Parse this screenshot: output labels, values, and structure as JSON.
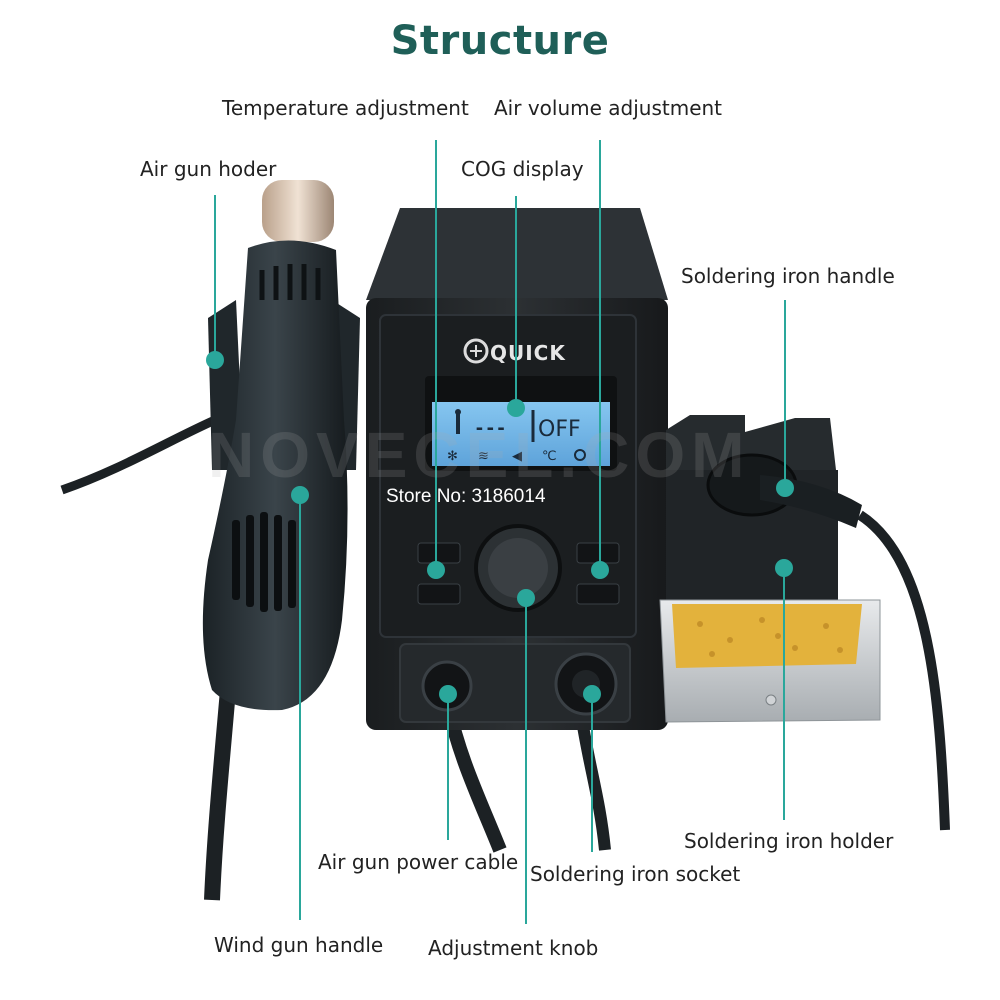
{
  "title": "Structure",
  "brand": "QUICK",
  "display": {
    "dash": "---",
    "status": "OFF",
    "unit": "℃"
  },
  "store": "Store No: 3186014",
  "watermark": "NOVECEL.COM",
  "labels": {
    "temperature_adjustment": "Temperature adjustment",
    "air_volume_adjustment": "Air volume adjustment",
    "air_gun_holder": "Air gun hoder",
    "cog_display": "COG display",
    "soldering_iron_handle": "Soldering iron handle",
    "soldering_iron_holder": "Soldering iron holder",
    "air_gun_power_cable": "Air gun power cable",
    "soldering_iron_socket": "Soldering iron socket",
    "wind_gun_handle": "Wind gun handle",
    "adjustment_knob": "Adjustment knob"
  },
  "colors": {
    "accent": "#2aa79b",
    "title": "#1f5f58",
    "lcd": "#6fb6ea",
    "body": "#202325",
    "sponge": "#e3b23c"
  }
}
